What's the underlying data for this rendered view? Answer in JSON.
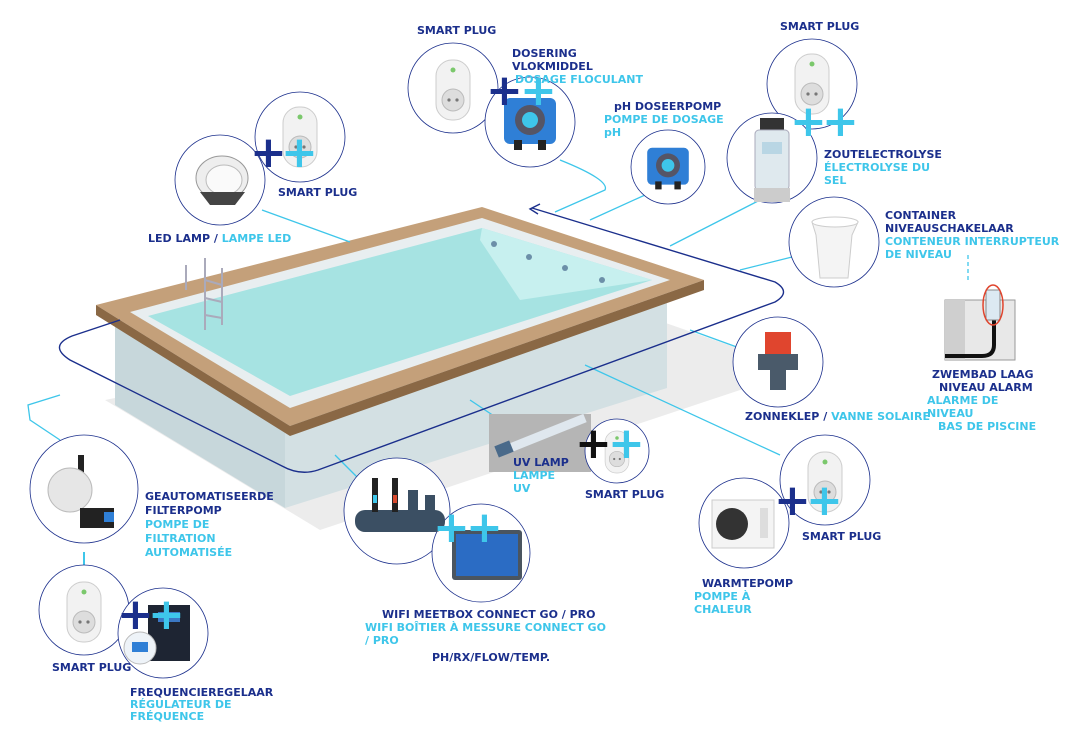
{
  "colors": {
    "dark": "#1b2f8c",
    "light": "#3ec6ea",
    "deck": "#c4a07a",
    "water": "#a6e3e2"
  },
  "labels": {
    "led_nl": "LED LAMP /",
    "led_fr": "LAMPE LED",
    "plug1": "SMART PLUG",
    "plug2": "SMART PLUG",
    "plug3": "SMART PLUG",
    "plug4": "SMART PLUG",
    "plug5": "SMART PLUG",
    "plug6": "SMART PLUG",
    "dos_nl1": "DOSERING",
    "dos_nl2": "VLOKMIDDEL",
    "dos_fr": "DOSAGE FLOCULANT",
    "ph_nl": "pH DOSEERPOMP",
    "ph_fr1": "POMPE DE DOSAGE",
    "ph_fr2": "pH",
    "salt_nl": "ZOUTELECTROLYSE",
    "salt_fr1": "ÉLECTROLYSE DU",
    "salt_fr2": "SEL",
    "cont_nl1": "CONTAINER",
    "cont_nl2": "NIVEAUSCHAKELAAR",
    "cont_fr1": "CONTENEUR INTERRUPTEUR",
    "cont_fr2": "DE NIVEAU",
    "alarm_nl1": "ZWEMBAD LAAG",
    "alarm_nl2": "NIVEAU ALARM",
    "alarm_fr1": "ALARME DE",
    "alarm_fr2": "NIVEAU",
    "alarm_fr3": "BAS DE PISCINE",
    "valve_nl": "ZONNEKLEP /",
    "valve_fr": "VANNE SOLAIRE",
    "uv_nl": "UV LAMP",
    "uv_fr1": "LAMPE",
    "uv_fr2": "UV",
    "heat_nl": "WARMTEPOMP",
    "heat_fr1": "POMPE À",
    "heat_fr2": "CHALEUR",
    "filter_nl1": "GEAUTOMATISEERDE",
    "filter_nl2": "FILTERPOMP",
    "filter_fr1": "POMPE DE",
    "filter_fr2": "FILTRATION",
    "filter_fr3": "AUTOMATISÉE",
    "freq_nl": "FREQUENCIEREGELAAR",
    "freq_fr1": "RÉGULATEUR DE",
    "freq_fr2": "FRÉQUENCE",
    "meet_nl": "WIFI MEETBOX CONNECT GO / PRO",
    "meet_fr1": "WIFI BOÎTIER À MESSURE CONNECT GO",
    "meet_fr2": "/ PRO",
    "meet_params": "PH/RX/FLOW/TEMP."
  },
  "plus": "+"
}
